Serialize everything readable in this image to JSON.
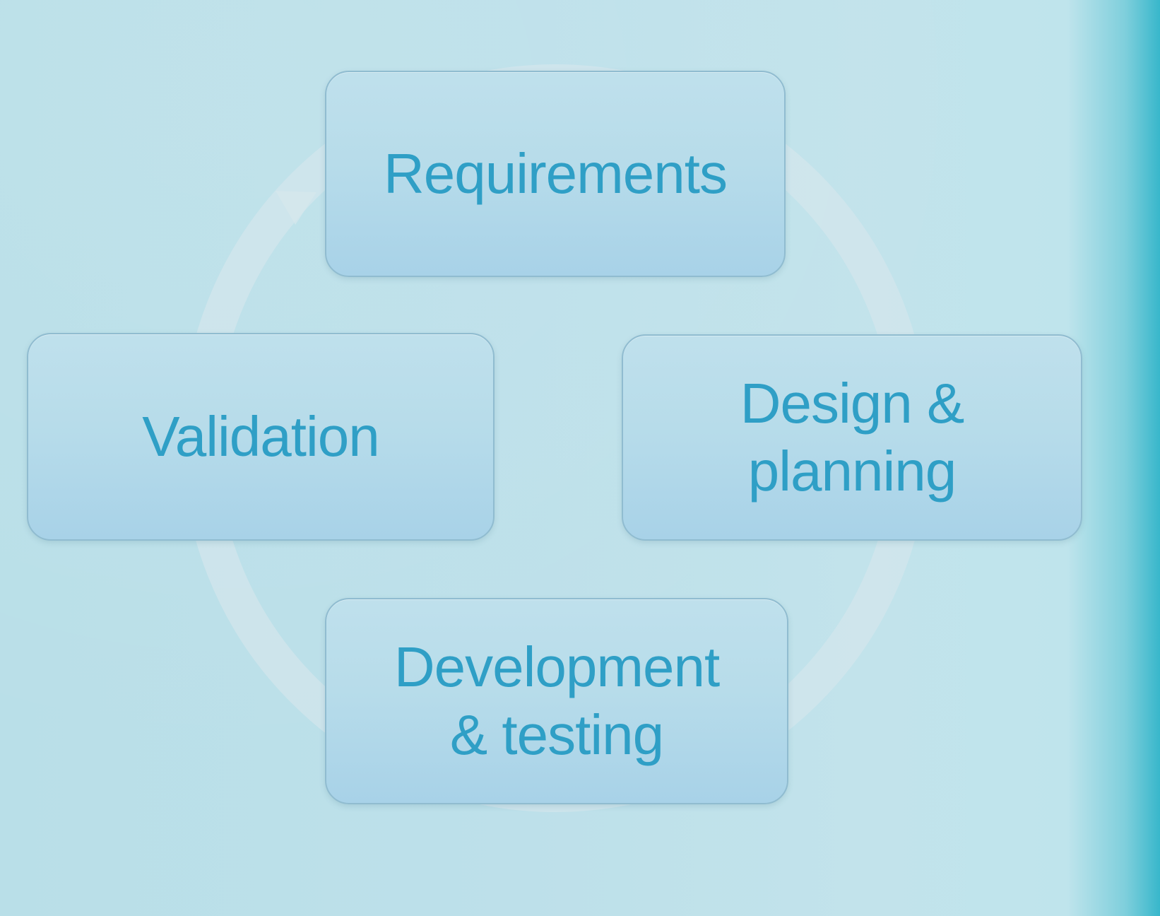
{
  "diagram": {
    "type": "cycle",
    "nodes": [
      {
        "id": "requirements",
        "label": "Requirements"
      },
      {
        "id": "design",
        "label": "Design &\nplanning"
      },
      {
        "id": "development",
        "label": "Development\n& testing"
      },
      {
        "id": "validation",
        "label": "Validation"
      }
    ],
    "flow": [
      "requirements",
      "design",
      "development",
      "validation",
      "requirements"
    ]
  },
  "colors": {
    "background": "#bde0ea",
    "node_fill": "#b7dcea",
    "node_border": "#90bcd0",
    "label_text": "#2f9fc6",
    "cycle_ring": "#cfe2e8"
  }
}
